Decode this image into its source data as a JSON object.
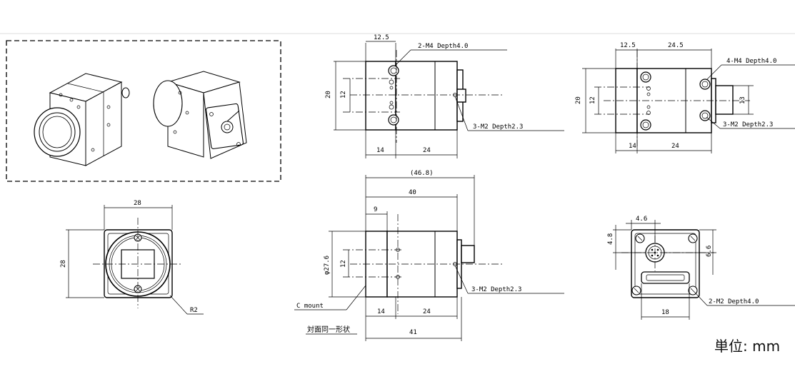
{
  "top_view": {
    "dim_front": "12.5",
    "thread_note": "2-M4 Depth4.0",
    "dim_height": "20",
    "dim_inner": "12",
    "dim_bottom_left": "14",
    "dim_bottom_right": "24",
    "side_note": "3-M2 Depth2.3"
  },
  "side_view": {
    "dim_front": "12.5",
    "dim_rear": "24.5",
    "thread_note": "4-M4 Depth4.0",
    "dim_height": "20",
    "dim_inner": "12",
    "dim_connector": "13",
    "dim_bottom_left": "14",
    "dim_bottom_right": "24",
    "side_note": "3-M2 Depth2.3"
  },
  "front_view": {
    "dim_width": "28",
    "dim_height": "28",
    "corner_radius": "R2"
  },
  "length_view": {
    "dim_total_paren": "(46.8)",
    "dim_body": "40",
    "dim_flange": "9",
    "dim_diameter": "φ27.6",
    "dim_inner": "12",
    "mount_note": "C mount",
    "side_note": "3-M2 Depth2.3",
    "dim_bottom_left": "14",
    "dim_bottom_right": "24",
    "dim_overall": "41",
    "opposite_note": "対面同一形状"
  },
  "rear_view": {
    "dim_offset_x": "4.6",
    "dim_offset_y": "4.8",
    "dim_connector_y": "6.6",
    "dim_holes": "18",
    "thread_note": "2-M2 Depth4.0"
  },
  "unit_label": "単位: mm"
}
